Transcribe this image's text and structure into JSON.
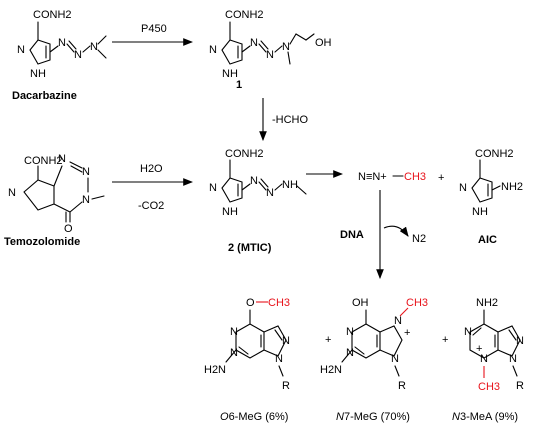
{
  "atoms": {
    "conh2": "CONH2",
    "oh": "OH",
    "nh": "NH",
    "n": "N",
    "h": "H",
    "o": "O",
    "nh2": "NH2",
    "h2n": "H2N",
    "r": "R",
    "ch3": "CH3",
    "plus": "+",
    "diazo": "N≡N+"
  },
  "labels": {
    "dacarbazine": "Dacarbazine",
    "temozolomide": "Temozolomide",
    "compound1": "1",
    "mtic_num": "2",
    "mtic_name": "MTIC",
    "aic": "AIC",
    "p450": "P450",
    "hcho": "-HCHO",
    "h2o": "H2O",
    "co2": "-CO2",
    "dna": "DNA",
    "n2": "N2",
    "plus": "+"
  },
  "products": [
    {
      "prefix": "O",
      "rest": "6-MeG (6%)"
    },
    {
      "prefix": "N",
      "rest": "7-MeG (70%)"
    },
    {
      "prefix": "N",
      "rest": "3-MeA (9%)"
    }
  ],
  "colors": {
    "methyl": "#e8131b",
    "ink": "#000000"
  }
}
